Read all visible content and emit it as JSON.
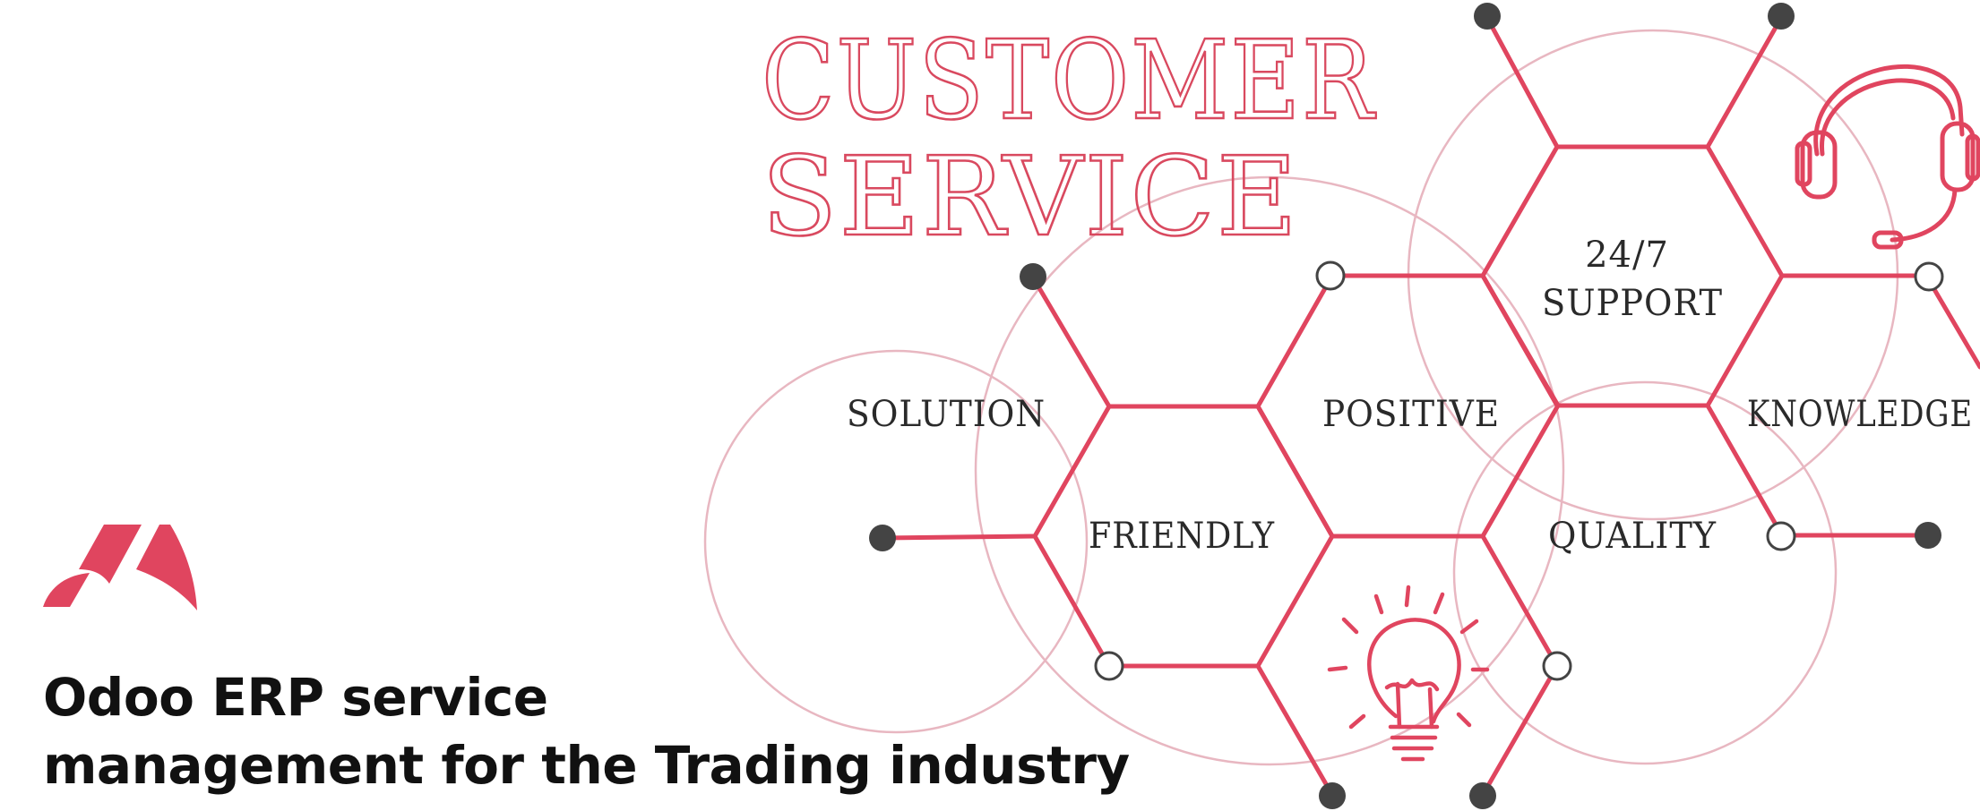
{
  "headline": {
    "line1": "CUSTOMER",
    "line2": "SERVICE"
  },
  "hex_labels": {
    "solution": "SOLUTION",
    "positive": "POSITIVE",
    "support_line1": "24/7",
    "support_line2": "SUPPORT",
    "knowledge": "KNOWLEDGE",
    "friendly": "FRIENDLY",
    "quality": "QUALITY"
  },
  "title": {
    "line1": "Odoo ERP service",
    "line2": "management for the Trading industry"
  },
  "icons": [
    "brand-logo-icon",
    "headset-icon",
    "lightbulb-icon"
  ],
  "colors": {
    "accent": "#e0455f",
    "circle": "#e8b7c1",
    "node": "#444444",
    "text": "#111111"
  }
}
